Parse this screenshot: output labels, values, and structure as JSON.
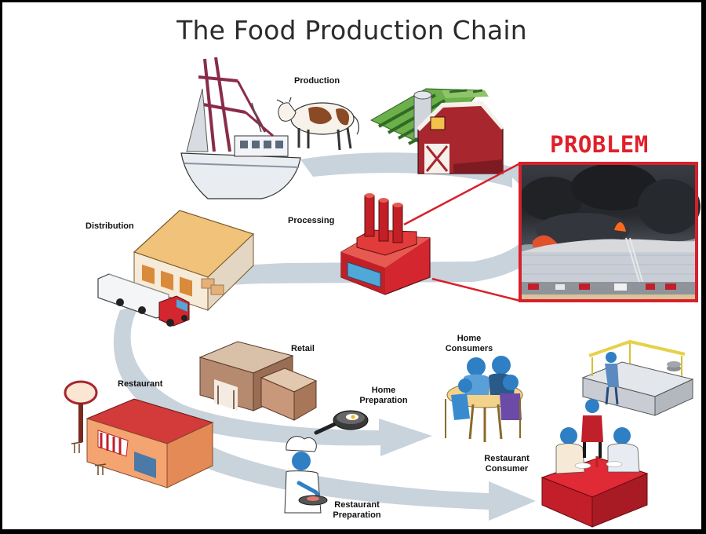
{
  "title": "The Food Production Chain",
  "problem": {
    "label": "PROBLEM",
    "frame_color": "#d8202a"
  },
  "stages": {
    "production": "Production",
    "processing": "Processing",
    "distribution": "Distribution",
    "retail": "Retail",
    "restaurant": "Restaurant",
    "home_consumers": "Home\nConsumers",
    "home_preparation": "Home\nPreparation",
    "restaurant_consumer": "Restaurant\nConsumer",
    "restaurant_preparation": "Restaurant\nPreparation"
  },
  "colors": {
    "path": "#c9d3dc",
    "barn_red": "#a8262e",
    "factory_red": "#d4262e",
    "warehouse_roof": "#f0c27a",
    "restaurant_roof": "#d33a3a",
    "restaurant_wall": "#f3a470",
    "retail_brown": "#b68a6e",
    "person_blue": "#2f7fc4",
    "smoke": "#2b2e33"
  },
  "icons": [
    "fishing-boat-icon",
    "cow-icon",
    "farm-field-icon",
    "barn-icon",
    "factory-icon",
    "warehouse-icon",
    "truck-icon",
    "retail-store-icon",
    "restaurant-icon",
    "frying-pan-icon",
    "chef-icon",
    "family-table-icon",
    "buffet-icon",
    "restaurant-diners-icon",
    "warehouse-fire-photo"
  ]
}
